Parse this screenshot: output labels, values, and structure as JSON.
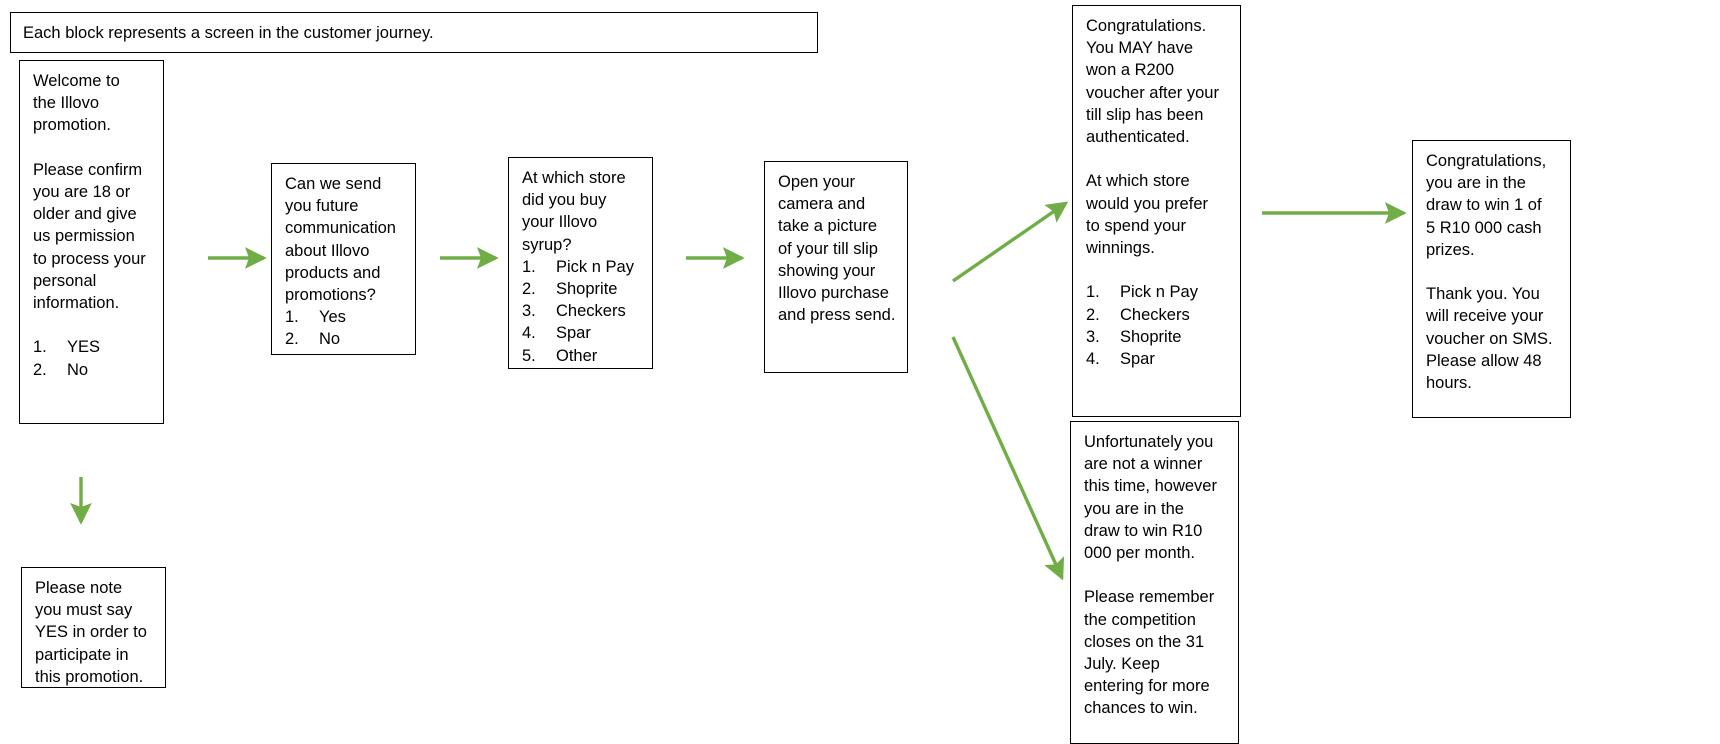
{
  "meta": {
    "accent_arrow_color": "#70AD47",
    "box_border_color": "#000000",
    "background_color": "#FFFFFF",
    "text_color": "#000000"
  },
  "banner": {
    "text": "Each block represents a screen in the customer journey."
  },
  "blocks": {
    "welcome": {
      "para1": "Welcome to\nthe Illovo\npromotion.",
      "para2": "Please confirm\nyou are 18 or\nolder and give\nus permission\nto process your\npersonal\ninformation.",
      "options": [
        {
          "num": "1.",
          "label": "YES"
        },
        {
          "num": "2.",
          "label": "No"
        }
      ]
    },
    "note": {
      "para1": "Please note\nyou must say\nYES in order to\nparticipate in\nthis promotion."
    },
    "consent": {
      "para1": "Can we send\nyou future\ncommunication\nabout Illovo\nproducts and\npromotions?",
      "options": [
        {
          "num": "1.",
          "label": "Yes"
        },
        {
          "num": "2.",
          "label": "No"
        }
      ]
    },
    "store_purchase": {
      "para1": "At which store\ndid you buy\nyour Illovo\nsyrup?",
      "options": [
        {
          "num": "1.",
          "label": "Pick n Pay"
        },
        {
          "num": "2.",
          "label": "Shoprite"
        },
        {
          "num": "3.",
          "label": "Checkers"
        },
        {
          "num": "4.",
          "label": "Spar"
        },
        {
          "num": "5.",
          "label": "Other"
        }
      ]
    },
    "camera": {
      "para1": "Open your\ncamera and\ntake a picture\nof your till slip\nshowing your\nIllovo purchase\nand press send."
    },
    "winner": {
      "para1": "Congratulations.\nYou MAY have\nwon a R200\nvoucher after your\ntill slip has been\nauthenticated.",
      "para2": "At which store\nwould you prefer\nto spend your\nwinnings.",
      "options": [
        {
          "num": "1.",
          "label": "Pick n Pay"
        },
        {
          "num": "2.",
          "label": "Checkers"
        },
        {
          "num": "3.",
          "label": "Shoprite"
        },
        {
          "num": "4.",
          "label": "Spar"
        }
      ]
    },
    "loser": {
      "para1": "Unfortunately you\nare not a winner\nthis time, however\nyou are in the\ndraw to win R10\n000 per month.",
      "para2": "Please remember\nthe competition\ncloses on the 31\nJuly. Keep\nentering for more\nchances to win."
    },
    "final": {
      "para1": "Congratulations,\nyou are in the\ndraw to win 1 of\n5 R10 000 cash\nprizes.",
      "para2": "Thank you. You\nwill receive your\nvoucher on SMS.\nPlease allow 48\nhours."
    }
  }
}
